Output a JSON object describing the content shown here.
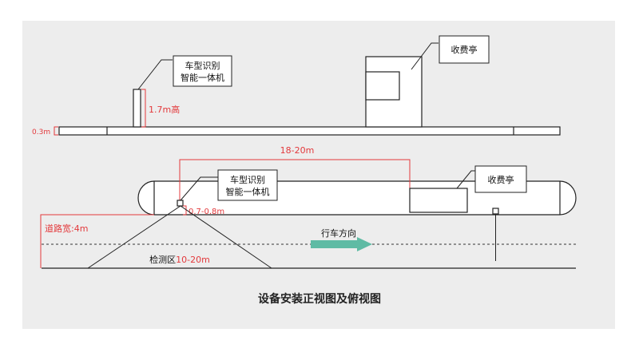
{
  "side_view": {
    "device_label_line1": "车型识别",
    "device_label_line2": "智能一体机",
    "device_height": "1.7m高",
    "base_height": "0.3m",
    "booth_label": "收费亭"
  },
  "top_view": {
    "distance_to_booth": "18-20m",
    "device_label_line1": "车型识别",
    "device_label_line2": "智能一体机",
    "booth_label": "收费亭",
    "offset_label": "0.7-0.8m",
    "road_width_label": "道路宽:4m",
    "direction_label": "行车方向",
    "detection_prefix": "检测区",
    "detection_range": "10-20m"
  },
  "caption": "设备安装正视图及俯视图",
  "colors": {
    "dimension_red": "#e3393c",
    "arrow_teal": "#5fbba4",
    "outline": "#222222",
    "panel_bg": "#ededed"
  }
}
